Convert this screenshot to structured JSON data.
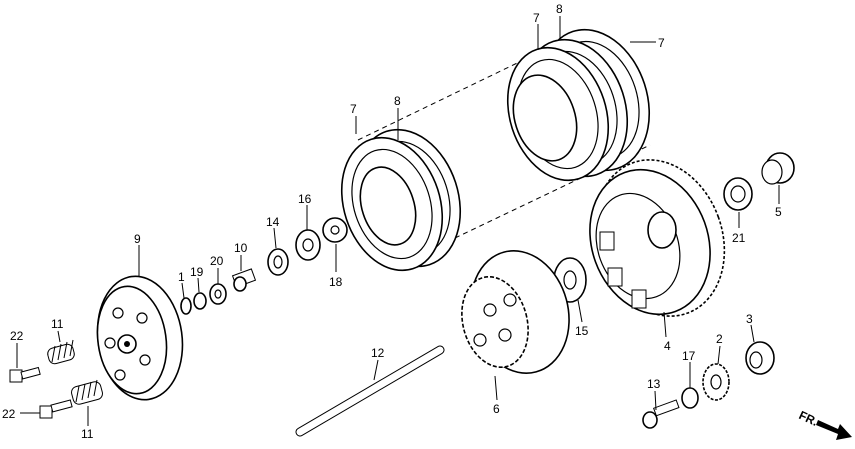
{
  "callouts": {
    "p1": "1",
    "p2": "2",
    "p3": "3",
    "p4": "4",
    "p5": "5",
    "p6": "6",
    "p7a": "7",
    "p7b": "7",
    "p7c": "7",
    "p8a": "8",
    "p8b": "8",
    "p9": "9",
    "p10": "10",
    "p11a": "11",
    "p11b": "11",
    "p12": "12",
    "p13": "13",
    "p14": "14",
    "p15": "15",
    "p16": "16",
    "p17": "17",
    "p18": "18",
    "p19": "19",
    "p20": "20",
    "p21": "21",
    "p22a": "22",
    "p22b": "22"
  },
  "direction_label": "FR."
}
